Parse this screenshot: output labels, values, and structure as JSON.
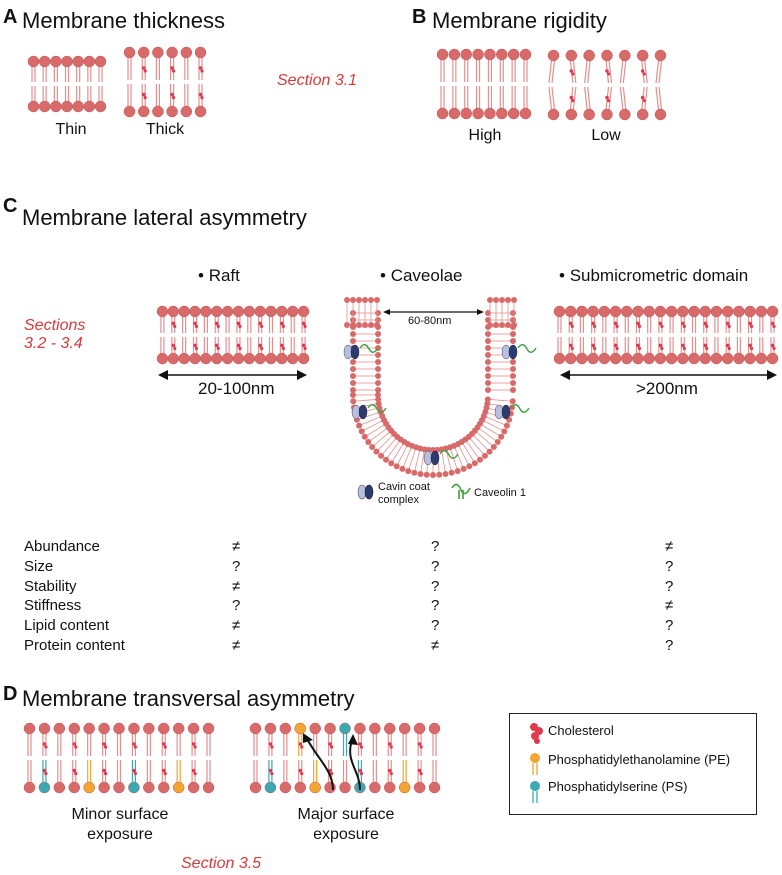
{
  "colors": {
    "head": "#d86a6a",
    "head_stroke": "#c55757",
    "tail": "#e3908f",
    "cholesterol": "#e13a4e",
    "pe": "#f2a531",
    "ps": "#3aa9b2",
    "caveolin": "#3f9f3f",
    "cavin_dark": "#2c3c72",
    "cavin_light": "#b7bfe2",
    "section_ref": "#d93a3a"
  },
  "panelA": {
    "letter": "A",
    "title": "Membrane thickness",
    "thin_label": "Thin",
    "thick_label": "Thick",
    "section_ref": "Section 3.1"
  },
  "panelB": {
    "letter": "B",
    "title": "Membrane rigidity",
    "high_label": "High",
    "low_label": "Low"
  },
  "panelC": {
    "letter": "C",
    "title": "Membrane lateral asymmetry",
    "section_ref_line1": "Sections",
    "section_ref_line2": "3.2 - 3.4",
    "domains": [
      "Raft",
      "Caveolae",
      "Submicrometric domain"
    ],
    "raft_size": "20-100nm",
    "caveolae_size": "60-80nm",
    "submicro_size": ">200nm",
    "legend_cavin_line1": "Cavin coat",
    "legend_cavin_line2": "complex",
    "legend_caveolin": "Caveolin 1",
    "table": {
      "rows": [
        {
          "label": "Abundance",
          "values": [
            "≠",
            "?",
            "≠"
          ]
        },
        {
          "label": "Size",
          "values": [
            "?",
            "?",
            "?"
          ]
        },
        {
          "label": "Stability",
          "values": [
            "≠",
            "?",
            "?"
          ]
        },
        {
          "label": "Stiffness",
          "values": [
            "?",
            "?",
            "≠"
          ]
        },
        {
          "label": "Lipid content",
          "values": [
            "≠",
            "?",
            "?"
          ]
        },
        {
          "label": "Protein content",
          "values": [
            "≠",
            "≠",
            "?"
          ]
        }
      ]
    }
  },
  "panelD": {
    "letter": "D",
    "title": "Membrane transversal asymmetry",
    "minor_line1": "Minor surface",
    "minor_line2": "exposure",
    "major_line1": "Major surface",
    "major_line2": "exposure",
    "section_ref": "Section 3.5",
    "legend": [
      {
        "name": "Cholesterol",
        "icon": "cholesterol-icon"
      },
      {
        "name": "Phosphatidylethanolamine (PE)",
        "icon": "pe-lipid-icon"
      },
      {
        "name": "Phosphatidylserine (PS)",
        "icon": "ps-lipid-icon"
      }
    ]
  }
}
